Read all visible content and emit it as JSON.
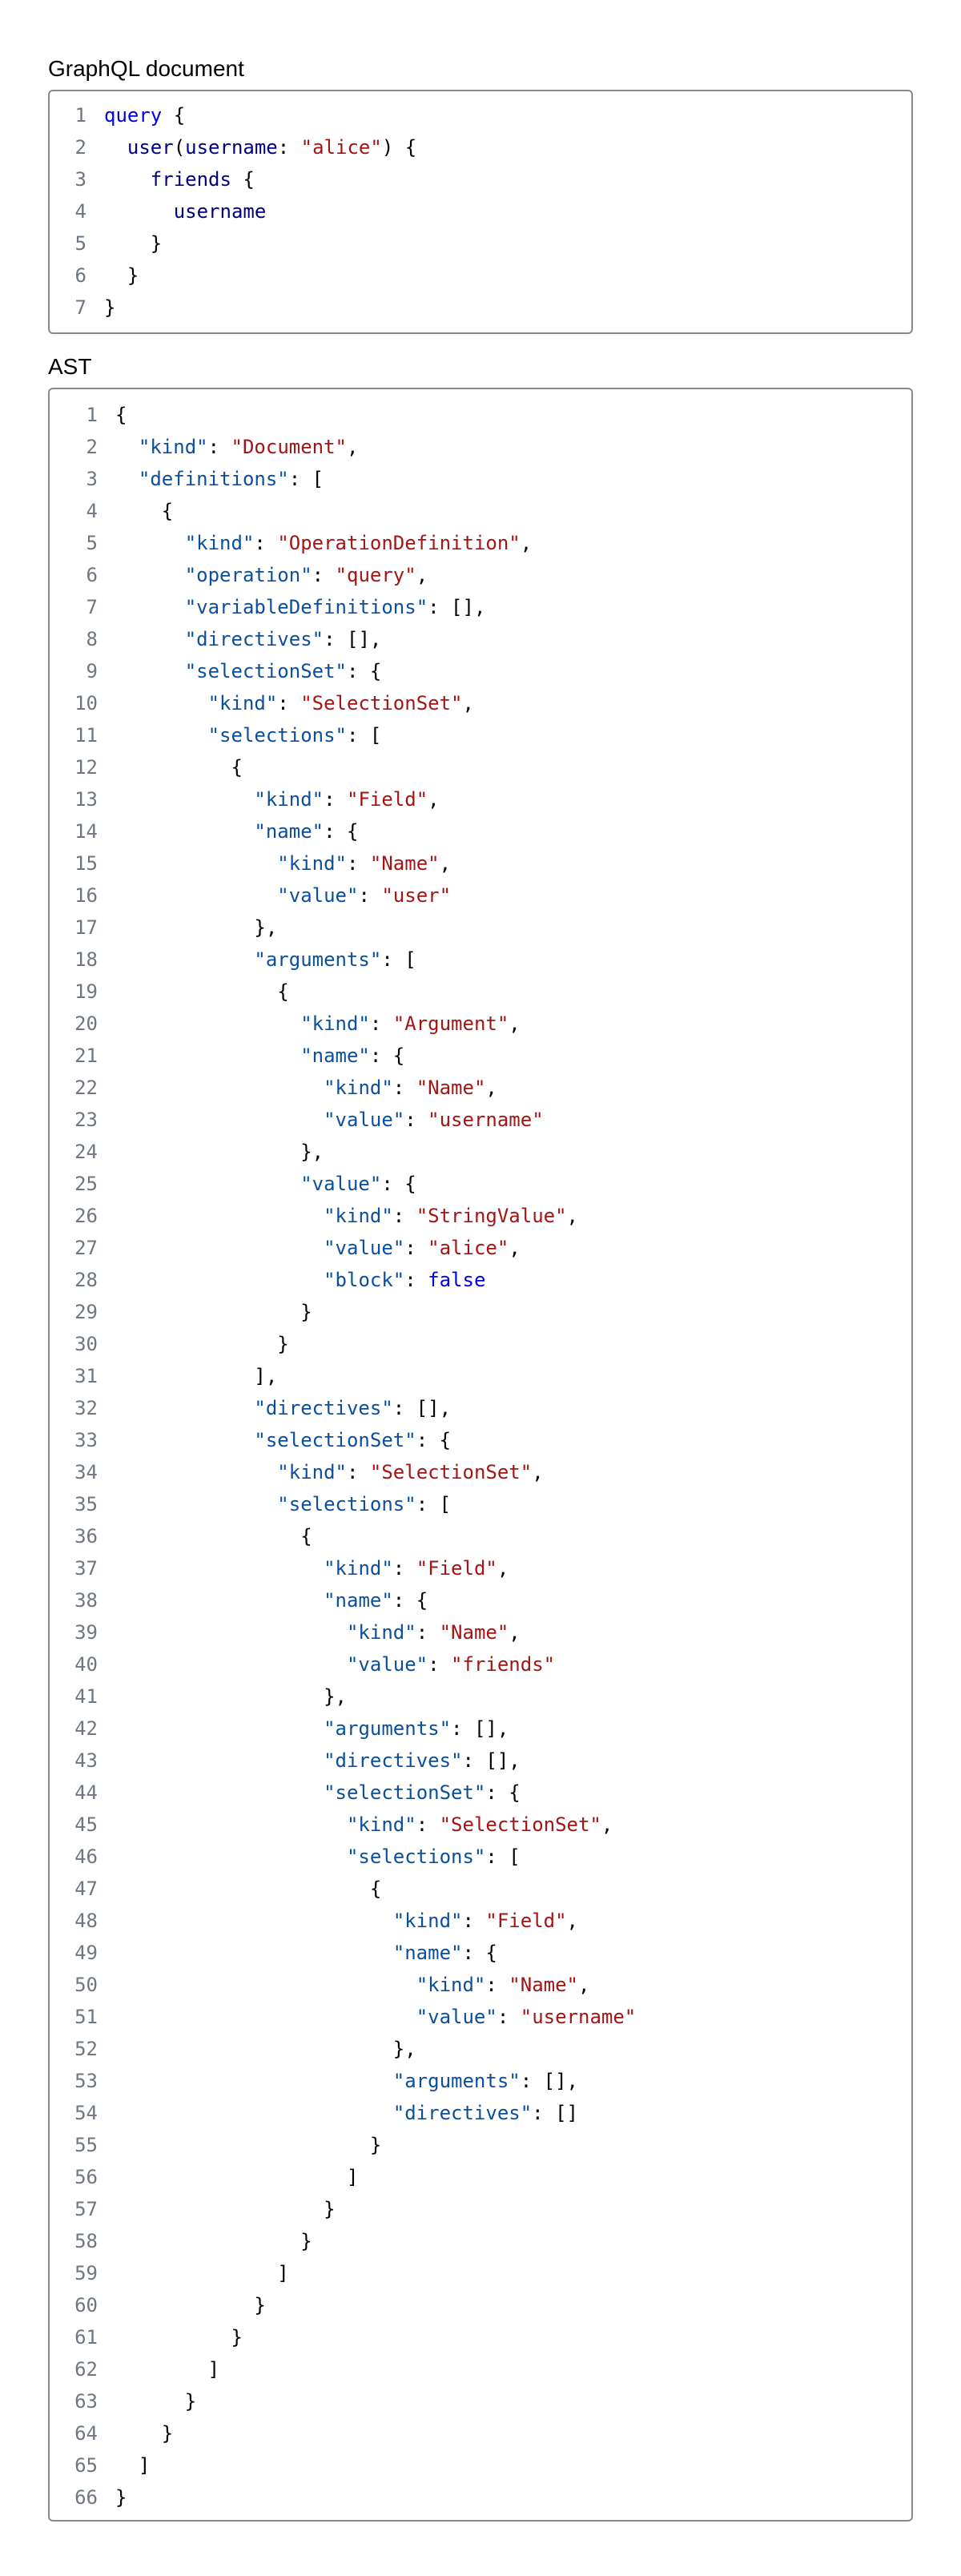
{
  "graphql_title": "GraphQL document",
  "ast_title": "AST",
  "graphql_lines": [
    [
      [
        "kw",
        "query"
      ],
      [
        "pun",
        " {"
      ]
    ],
    [
      [
        "pun",
        "  "
      ],
      [
        "fld",
        "user"
      ],
      [
        "pun",
        "("
      ],
      [
        "arg",
        "username"
      ],
      [
        "pun",
        ": "
      ],
      [
        "str",
        "\"alice\""
      ],
      [
        "pun",
        ") {"
      ]
    ],
    [
      [
        "pun",
        "    "
      ],
      [
        "fld",
        "friends"
      ],
      [
        "pun",
        " {"
      ]
    ],
    [
      [
        "pun",
        "      "
      ],
      [
        "fld",
        "username"
      ]
    ],
    [
      [
        "pun",
        "    }"
      ]
    ],
    [
      [
        "pun",
        "  }"
      ]
    ],
    [
      [
        "pun",
        "}"
      ]
    ]
  ],
  "ast_lines": [
    [
      [
        "pun",
        "{"
      ]
    ],
    [
      [
        "pun",
        "  "
      ],
      [
        "key",
        "\"kind\""
      ],
      [
        "pun",
        ": "
      ],
      [
        "str",
        "\"Document\""
      ],
      [
        "pun",
        ","
      ]
    ],
    [
      [
        "pun",
        "  "
      ],
      [
        "key",
        "\"definitions\""
      ],
      [
        "pun",
        ": ["
      ]
    ],
    [
      [
        "pun",
        "    {"
      ]
    ],
    [
      [
        "pun",
        "      "
      ],
      [
        "key",
        "\"kind\""
      ],
      [
        "pun",
        ": "
      ],
      [
        "str",
        "\"OperationDefinition\""
      ],
      [
        "pun",
        ","
      ]
    ],
    [
      [
        "pun",
        "      "
      ],
      [
        "key",
        "\"operation\""
      ],
      [
        "pun",
        ": "
      ],
      [
        "str",
        "\"query\""
      ],
      [
        "pun",
        ","
      ]
    ],
    [
      [
        "pun",
        "      "
      ],
      [
        "key",
        "\"variableDefinitions\""
      ],
      [
        "pun",
        ": [],"
      ]
    ],
    [
      [
        "pun",
        "      "
      ],
      [
        "key",
        "\"directives\""
      ],
      [
        "pun",
        ": [],"
      ]
    ],
    [
      [
        "pun",
        "      "
      ],
      [
        "key",
        "\"selectionSet\""
      ],
      [
        "pun",
        ": {"
      ]
    ],
    [
      [
        "pun",
        "        "
      ],
      [
        "key",
        "\"kind\""
      ],
      [
        "pun",
        ": "
      ],
      [
        "str",
        "\"SelectionSet\""
      ],
      [
        "pun",
        ","
      ]
    ],
    [
      [
        "pun",
        "        "
      ],
      [
        "key",
        "\"selections\""
      ],
      [
        "pun",
        ": ["
      ]
    ],
    [
      [
        "pun",
        "          {"
      ]
    ],
    [
      [
        "pun",
        "            "
      ],
      [
        "key",
        "\"kind\""
      ],
      [
        "pun",
        ": "
      ],
      [
        "str",
        "\"Field\""
      ],
      [
        "pun",
        ","
      ]
    ],
    [
      [
        "pun",
        "            "
      ],
      [
        "key",
        "\"name\""
      ],
      [
        "pun",
        ": {"
      ]
    ],
    [
      [
        "pun",
        "              "
      ],
      [
        "key",
        "\"kind\""
      ],
      [
        "pun",
        ": "
      ],
      [
        "str",
        "\"Name\""
      ],
      [
        "pun",
        ","
      ]
    ],
    [
      [
        "pun",
        "              "
      ],
      [
        "key",
        "\"value\""
      ],
      [
        "pun",
        ": "
      ],
      [
        "str",
        "\"user\""
      ]
    ],
    [
      [
        "pun",
        "            },"
      ]
    ],
    [
      [
        "pun",
        "            "
      ],
      [
        "key",
        "\"arguments\""
      ],
      [
        "pun",
        ": ["
      ]
    ],
    [
      [
        "pun",
        "              {"
      ]
    ],
    [
      [
        "pun",
        "                "
      ],
      [
        "key",
        "\"kind\""
      ],
      [
        "pun",
        ": "
      ],
      [
        "str",
        "\"Argument\""
      ],
      [
        "pun",
        ","
      ]
    ],
    [
      [
        "pun",
        "                "
      ],
      [
        "key",
        "\"name\""
      ],
      [
        "pun",
        ": {"
      ]
    ],
    [
      [
        "pun",
        "                  "
      ],
      [
        "key",
        "\"kind\""
      ],
      [
        "pun",
        ": "
      ],
      [
        "str",
        "\"Name\""
      ],
      [
        "pun",
        ","
      ]
    ],
    [
      [
        "pun",
        "                  "
      ],
      [
        "key",
        "\"value\""
      ],
      [
        "pun",
        ": "
      ],
      [
        "str",
        "\"username\""
      ]
    ],
    [
      [
        "pun",
        "                },"
      ]
    ],
    [
      [
        "pun",
        "                "
      ],
      [
        "key",
        "\"value\""
      ],
      [
        "pun",
        ": {"
      ]
    ],
    [
      [
        "pun",
        "                  "
      ],
      [
        "key",
        "\"kind\""
      ],
      [
        "pun",
        ": "
      ],
      [
        "str",
        "\"StringValue\""
      ],
      [
        "pun",
        ","
      ]
    ],
    [
      [
        "pun",
        "                  "
      ],
      [
        "key",
        "\"value\""
      ],
      [
        "pun",
        ": "
      ],
      [
        "str",
        "\"alice\""
      ],
      [
        "pun",
        ","
      ]
    ],
    [
      [
        "pun",
        "                  "
      ],
      [
        "key",
        "\"block\""
      ],
      [
        "pun",
        ": "
      ],
      [
        "kw",
        "false"
      ]
    ],
    [
      [
        "pun",
        "                }"
      ]
    ],
    [
      [
        "pun",
        "              }"
      ]
    ],
    [
      [
        "pun",
        "            ],"
      ]
    ],
    [
      [
        "pun",
        "            "
      ],
      [
        "key",
        "\"directives\""
      ],
      [
        "pun",
        ": [],"
      ]
    ],
    [
      [
        "pun",
        "            "
      ],
      [
        "key",
        "\"selectionSet\""
      ],
      [
        "pun",
        ": {"
      ]
    ],
    [
      [
        "pun",
        "              "
      ],
      [
        "key",
        "\"kind\""
      ],
      [
        "pun",
        ": "
      ],
      [
        "str",
        "\"SelectionSet\""
      ],
      [
        "pun",
        ","
      ]
    ],
    [
      [
        "pun",
        "              "
      ],
      [
        "key",
        "\"selections\""
      ],
      [
        "pun",
        ": ["
      ]
    ],
    [
      [
        "pun",
        "                {"
      ]
    ],
    [
      [
        "pun",
        "                  "
      ],
      [
        "key",
        "\"kind\""
      ],
      [
        "pun",
        ": "
      ],
      [
        "str",
        "\"Field\""
      ],
      [
        "pun",
        ","
      ]
    ],
    [
      [
        "pun",
        "                  "
      ],
      [
        "key",
        "\"name\""
      ],
      [
        "pun",
        ": {"
      ]
    ],
    [
      [
        "pun",
        "                    "
      ],
      [
        "key",
        "\"kind\""
      ],
      [
        "pun",
        ": "
      ],
      [
        "str",
        "\"Name\""
      ],
      [
        "pun",
        ","
      ]
    ],
    [
      [
        "pun",
        "                    "
      ],
      [
        "key",
        "\"value\""
      ],
      [
        "pun",
        ": "
      ],
      [
        "str",
        "\"friends\""
      ]
    ],
    [
      [
        "pun",
        "                  },"
      ]
    ],
    [
      [
        "pun",
        "                  "
      ],
      [
        "key",
        "\"arguments\""
      ],
      [
        "pun",
        ": [],"
      ]
    ],
    [
      [
        "pun",
        "                  "
      ],
      [
        "key",
        "\"directives\""
      ],
      [
        "pun",
        ": [],"
      ]
    ],
    [
      [
        "pun",
        "                  "
      ],
      [
        "key",
        "\"selectionSet\""
      ],
      [
        "pun",
        ": {"
      ]
    ],
    [
      [
        "pun",
        "                    "
      ],
      [
        "key",
        "\"kind\""
      ],
      [
        "pun",
        ": "
      ],
      [
        "str",
        "\"SelectionSet\""
      ],
      [
        "pun",
        ","
      ]
    ],
    [
      [
        "pun",
        "                    "
      ],
      [
        "key",
        "\"selections\""
      ],
      [
        "pun",
        ": ["
      ]
    ],
    [
      [
        "pun",
        "                      {"
      ]
    ],
    [
      [
        "pun",
        "                        "
      ],
      [
        "key",
        "\"kind\""
      ],
      [
        "pun",
        ": "
      ],
      [
        "str",
        "\"Field\""
      ],
      [
        "pun",
        ","
      ]
    ],
    [
      [
        "pun",
        "                        "
      ],
      [
        "key",
        "\"name\""
      ],
      [
        "pun",
        ": {"
      ]
    ],
    [
      [
        "pun",
        "                          "
      ],
      [
        "key",
        "\"kind\""
      ],
      [
        "pun",
        ": "
      ],
      [
        "str",
        "\"Name\""
      ],
      [
        "pun",
        ","
      ]
    ],
    [
      [
        "pun",
        "                          "
      ],
      [
        "key",
        "\"value\""
      ],
      [
        "pun",
        ": "
      ],
      [
        "str",
        "\"username\""
      ]
    ],
    [
      [
        "pun",
        "                        },"
      ]
    ],
    [
      [
        "pun",
        "                        "
      ],
      [
        "key",
        "\"arguments\""
      ],
      [
        "pun",
        ": [],"
      ]
    ],
    [
      [
        "pun",
        "                        "
      ],
      [
        "key",
        "\"directives\""
      ],
      [
        "pun",
        ": []"
      ]
    ],
    [
      [
        "pun",
        "                      }"
      ]
    ],
    [
      [
        "pun",
        "                    ]"
      ]
    ],
    [
      [
        "pun",
        "                  }"
      ]
    ],
    [
      [
        "pun",
        "                }"
      ]
    ],
    [
      [
        "pun",
        "              ]"
      ]
    ],
    [
      [
        "pun",
        "            }"
      ]
    ],
    [
      [
        "pun",
        "          }"
      ]
    ],
    [
      [
        "pun",
        "        ]"
      ]
    ],
    [
      [
        "pun",
        "      }"
      ]
    ],
    [
      [
        "pun",
        "    }"
      ]
    ],
    [
      [
        "pun",
        "  ]"
      ]
    ],
    [
      [
        "pun",
        "}"
      ]
    ]
  ]
}
